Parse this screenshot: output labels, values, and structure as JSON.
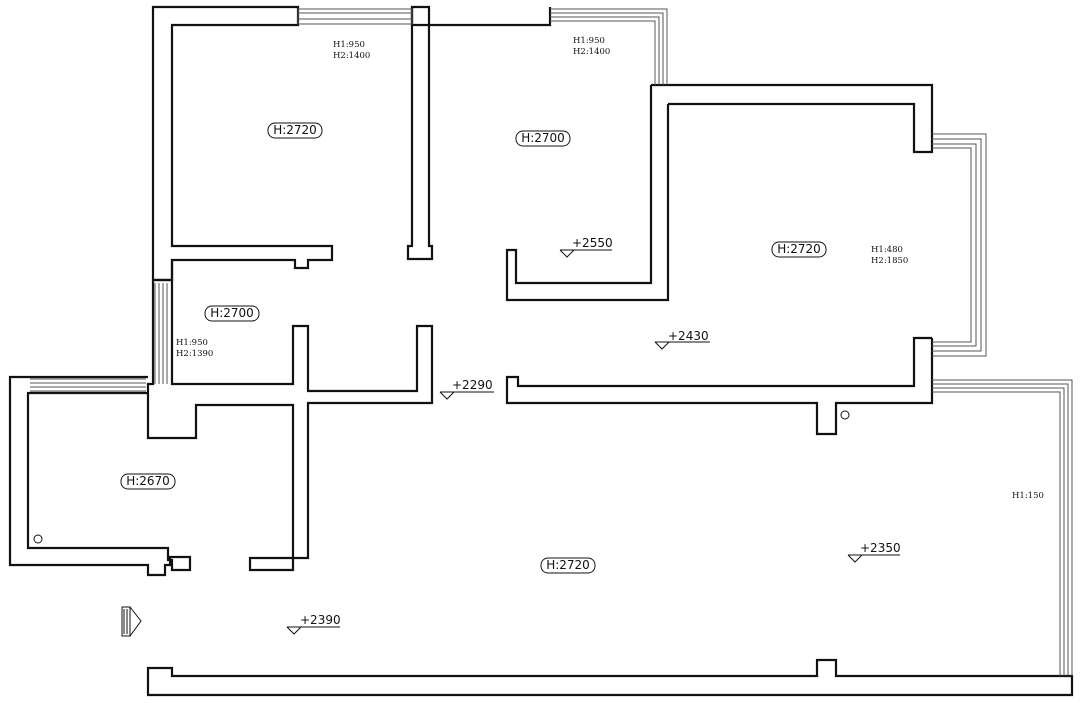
{
  "rooms": [
    {
      "id": "bedroom-top-left",
      "height": "H:2720"
    },
    {
      "id": "bedroom-top-middle",
      "height": "H:2700"
    },
    {
      "id": "bedroom-right",
      "height": "H:2720"
    },
    {
      "id": "small-room",
      "height": "H:2700"
    },
    {
      "id": "kitchen",
      "height": "H:2670"
    },
    {
      "id": "living-room",
      "height": "H:2720"
    }
  ],
  "window_sills": [
    {
      "id": "sill-top-left",
      "h1": "H1:950",
      "h2": "H2:1400"
    },
    {
      "id": "sill-top-middle",
      "h1": "H1:950",
      "h2": "H2:1400"
    },
    {
      "id": "sill-right",
      "h1": "H1:480",
      "h2": "H2:1850"
    },
    {
      "id": "sill-small-room",
      "h1": "H1:950",
      "h2": "H2:1390"
    },
    {
      "id": "sill-balcony",
      "h1": "H1:150"
    }
  ],
  "elevations": [
    {
      "id": "elev-2550",
      "value": "+2550"
    },
    {
      "id": "elev-2430",
      "value": "+2430"
    },
    {
      "id": "elev-2290",
      "value": "+2290"
    },
    {
      "id": "elev-2350",
      "value": "+2350"
    },
    {
      "id": "elev-2390",
      "value": "+2390"
    }
  ]
}
